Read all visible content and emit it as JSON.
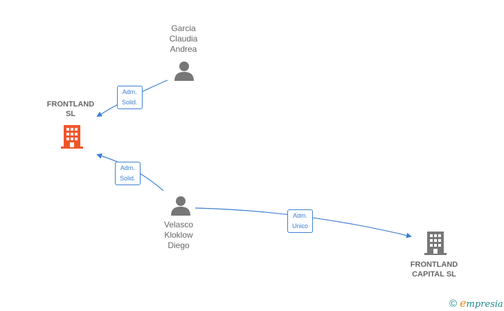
{
  "nodes": {
    "garcia": {
      "label": "Garcia\nClaudia\nAndrea",
      "icon": "person-icon"
    },
    "velasco": {
      "label": "Velasco\nKloklow\nDiego",
      "icon": "person-icon"
    },
    "frontland_sl": {
      "label": "FRONTLAND\nSL",
      "icon": "building-icon",
      "color": "#f0552a"
    },
    "frontland_capital": {
      "label": "FRONTLAND\nCAPITAL  SL",
      "icon": "building-icon",
      "color": "#777777"
    }
  },
  "edges": {
    "garcia_to_frontland": {
      "label": "Adm.\nSolid."
    },
    "velasco_to_frontland": {
      "label": "Adm.\nSolid."
    },
    "velasco_to_capital": {
      "label": "Adm.\nUnico"
    }
  },
  "colors": {
    "edge": "#3d7fd1",
    "person": "#777777",
    "company_main": "#f0552a",
    "company_other": "#777777"
  },
  "brand": {
    "copyright_symbol": "©",
    "first_letter": "e",
    "rest": "mpresia"
  }
}
